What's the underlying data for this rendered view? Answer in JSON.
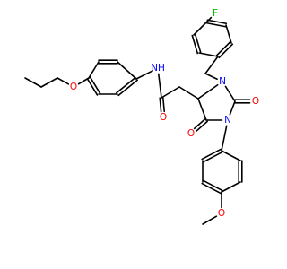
{
  "molecule": {
    "colors": {
      "carbon": "#000000",
      "oxygen": "#ff0000",
      "nitrogen": "#0000ff",
      "fluorine": "#00c000"
    },
    "atoms": {
      "F": {
        "element": "F",
        "label": "F"
      },
      "N1": {
        "element": "N",
        "label": "N"
      },
      "N2": {
        "element": "N",
        "label": "N"
      },
      "NH": {
        "element": "N",
        "label": "NH",
        "label_html": "N<tspan dy='1'>H</tspan>"
      },
      "O_amide": {
        "element": "O",
        "label": "O"
      },
      "O_c5": {
        "element": "O",
        "label": "O"
      },
      "O_c2": {
        "element": "O",
        "label": "O"
      },
      "O_propoxy": {
        "element": "O",
        "label": "O"
      },
      "O_methoxy": {
        "element": "O",
        "label": "O"
      }
    }
  }
}
